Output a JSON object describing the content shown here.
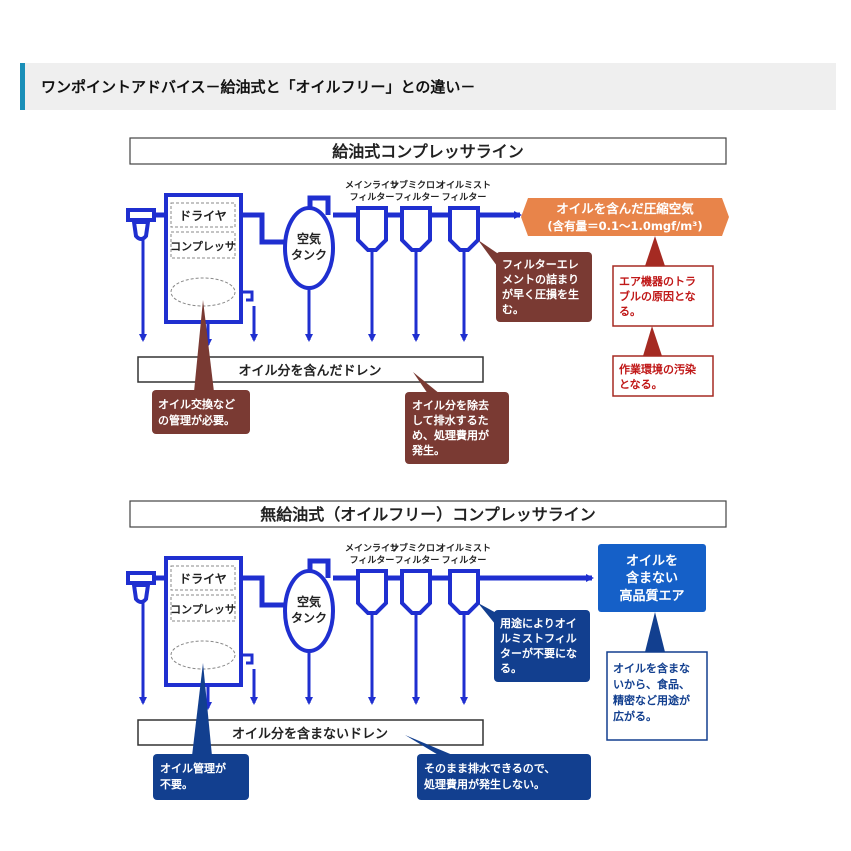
{
  "header": {
    "title": "ワンポイントアドバイス－給油式と「オイルフリー」との違い－"
  },
  "colors": {
    "accent": "#1a8fb8",
    "pipe": "#1f2fd0",
    "oil_callout": "#7a3a33",
    "oil_out": "#e8844a",
    "free_callout": "#123f8f",
    "free_out": "#1560c8",
    "warn_text": "#c01818"
  },
  "oiled": {
    "title": "給油式コンプレッサライン",
    "dryer": "ドライヤ",
    "compressor": "コンプレッサ",
    "tank": [
      "空気",
      "タンク"
    ],
    "filters": [
      {
        "top": "メインライン",
        "bottom": "フィルター"
      },
      {
        "top": "サブミクロン",
        "bottom": "フィルター"
      },
      {
        "top": "オイルミスト",
        "bottom": "フィルター"
      }
    ],
    "output": [
      "オイルを含んだ圧縮空気",
      "(含有量＝0.1～1.0mgf/m³)"
    ],
    "drain": "オイル分を含んだドレン",
    "note_filter": [
      "フィルターエレ",
      "メントの詰まり",
      "が早く圧損を生",
      "む。"
    ],
    "note_trouble": [
      "エア機器のトラ",
      "ブルの原因とな",
      "る。"
    ],
    "note_env": [
      "作業環境の汚染",
      "となる。"
    ],
    "note_oil_mgmt": [
      "オイル交換など",
      "の管理が必要。"
    ],
    "note_drain_cost": [
      "オイル分を除去",
      "して排水するた",
      "め、処理費用が",
      "発生。"
    ]
  },
  "oilfree": {
    "title": "無給油式（オイルフリー）コンプレッサライン",
    "dryer": "ドライヤ",
    "compressor": "コンプレッサ",
    "tank": [
      "空気",
      "タンク"
    ],
    "filters": [
      {
        "top": "メインライン",
        "bottom": "フィルター"
      },
      {
        "top": "サブミクロン",
        "bottom": "フィルター"
      },
      {
        "top": "オイルミスト",
        "bottom": "フィルター"
      }
    ],
    "output": [
      "オイルを",
      "含まない",
      "高品質エア"
    ],
    "drain": "オイル分を含まないドレン",
    "note_filter": [
      "用途によりオイ",
      "ルミストフィル",
      "ターが不要にな",
      "る。"
    ],
    "note_quality": [
      "オイルを含まな",
      "いから、食品、",
      "精密など用途が",
      "広がる。"
    ],
    "note_oil_mgmt": [
      "オイル管理が",
      "不要。"
    ],
    "note_drain_cost": [
      "そのまま排水できるので、",
      "処理費用が発生しない。"
    ]
  }
}
